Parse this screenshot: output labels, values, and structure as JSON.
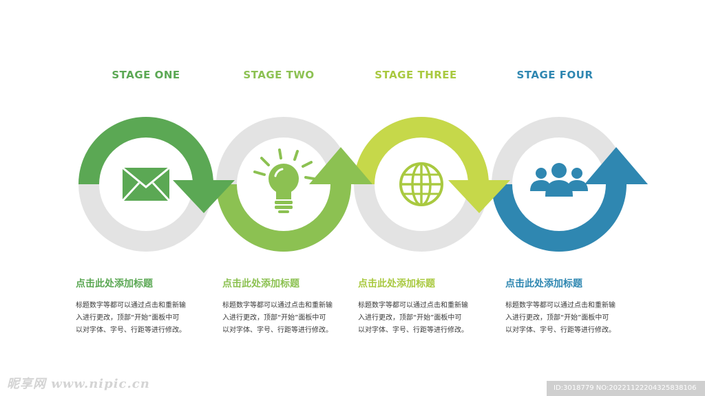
{
  "colors": {
    "stage1": "#5ba854",
    "stage2": "#8cc152",
    "stage3": "#c6d84a",
    "stage4": "#2f87b1",
    "ring_grey": "#e3e3e3",
    "icon_color_1": "#5ba854",
    "icon_color_2": "#8cc152",
    "icon_color_3": "#a9c940",
    "icon_color_4": "#2f87b1"
  },
  "stages": [
    {
      "title": "STAGE ONE",
      "icon": "envelope-icon",
      "heading": "点击此处添加标题",
      "body_lines": [
        "标题数字等都可以通过点击和重新输",
        "入进行更改，顶部“开始”面板中可",
        "以对字体、字号、行距等进行修改。"
      ]
    },
    {
      "title": "STAGE TWO",
      "icon": "lightbulb-icon",
      "heading": "点击此处添加标题",
      "body_lines": [
        "标题数字等都可以通过点击和重新输",
        "入进行更改，顶部“开始”面板中可",
        "以对字体、字号、行距等进行修改。"
      ]
    },
    {
      "title": "STAGE THREE",
      "icon": "globe-icon",
      "heading": "点击此处添加标题",
      "body_lines": [
        "标题数字等都可以通过点击和重新输",
        "入进行更改，顶部“开始”面板中可",
        "以对字体、字号、行距等进行修改。"
      ]
    },
    {
      "title": "STAGE FOUR",
      "icon": "team-icon",
      "heading": "点击此处添加标题",
      "body_lines": [
        "标题数字等都可以通过点击和重新输",
        "入进行更改，顶部“开始”面板中可",
        "以对字体、字号、行距等进行修改。"
      ]
    }
  ],
  "watermark": "昵享网 www.nipic.cn",
  "id_text": "ID:3018779 NO:20221122204325838106"
}
